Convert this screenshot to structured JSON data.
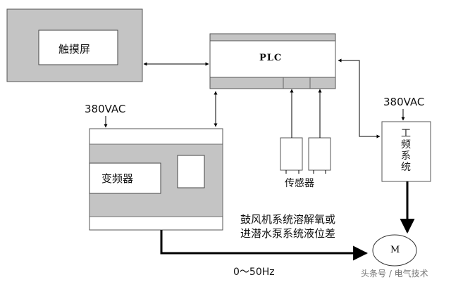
{
  "touchscreen": {
    "label": "触摸屏"
  },
  "plc": {
    "label": "PLC"
  },
  "vfd": {
    "label": "变频器",
    "supply": "380VAC"
  },
  "line_frequency": {
    "label": [
      "工",
      "频",
      "系",
      "统"
    ],
    "supply": "380VAC"
  },
  "sensors": {
    "label": "传感器"
  },
  "feedback_note": {
    "line1": "鼓风机系统溶解氧或",
    "line2": "进潜水泵系统液位差"
  },
  "frequency_range": "0～50Hz",
  "motor": {
    "label": "M"
  },
  "watermark": "头条号 / 电气技术",
  "colors": {
    "gray_fill": "#c4c4c4",
    "stroke": "#000000",
    "white": "#ffffff"
  }
}
